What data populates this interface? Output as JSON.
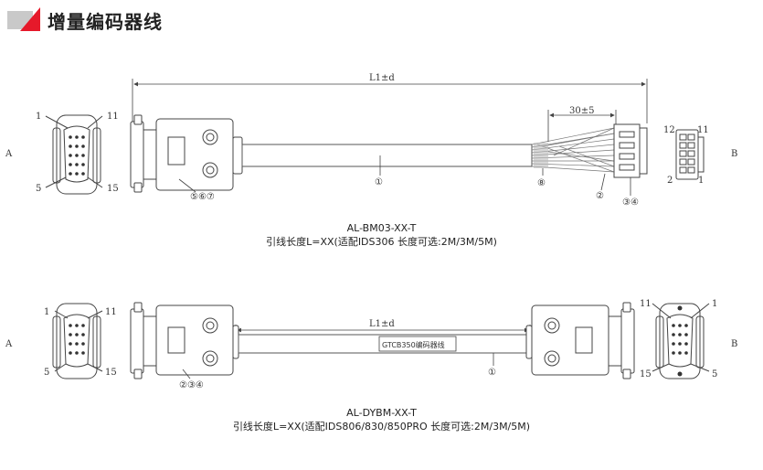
{
  "header": {
    "title": "增量编码器线"
  },
  "cable1": {
    "side_a": "A",
    "side_b": "B",
    "length_label": "L1±d",
    "strip_label": "30±5",
    "pin_a_1": "1",
    "pin_a_11": "11",
    "pin_a_5": "5",
    "pin_a_15": "15",
    "pin_b_12": "12",
    "pin_b_11": "11",
    "pin_b_2": "2",
    "pin_b_1": "1",
    "callout_1": "①",
    "callout_567": "⑤⑥⑦",
    "callout_8": "⑧",
    "callout_2": "②",
    "callout_34": "③④",
    "model": "AL-BM03-XX-T",
    "desc": "引线长度L=XX(适配IDS306  长度可选:2M/3M/5M)"
  },
  "cable2": {
    "side_a": "A",
    "side_b": "B",
    "length_label": "L1±d",
    "cable_tag": "GTCB350编码器线",
    "pin_a_1": "1",
    "pin_a_11": "11",
    "pin_a_5": "5",
    "pin_a_15": "15",
    "pin_b_11": "11",
    "pin_b_1": "1",
    "pin_b_15": "15",
    "pin_b_5": "5",
    "callout_1": "①",
    "callout_234": "②③④",
    "model": "AL-DYBM-XX-T",
    "desc": "引线长度L=XX(适配IDS806/830/850PRO  长度可选:2M/3M/5M)"
  }
}
